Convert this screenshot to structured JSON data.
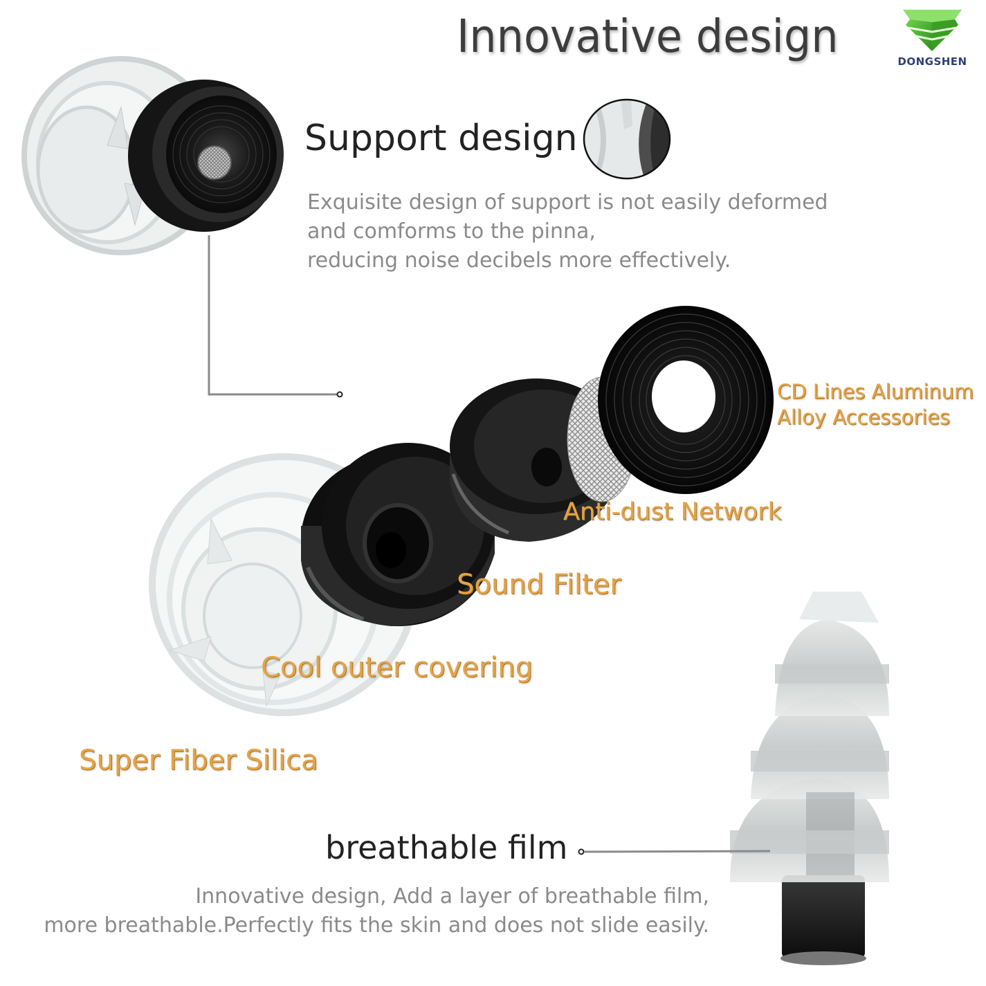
{
  "header": {
    "title": "Innovative design",
    "brand": {
      "name": "DONGSHEN",
      "logo_color": "#3fae2a",
      "text_color": "#2f3f7a"
    }
  },
  "support_section": {
    "title": "Support design",
    "description": [
      "Exquisite design of support is not easily deformed",
      "and comforms to the pinna,",
      "reducing noise decibels more effectively."
    ]
  },
  "component_labels": {
    "cd_lines": [
      "CD Lines Aluminum",
      "Alloy Accessories"
    ],
    "anti_dust": "Anti-dust Network",
    "sound_filter": "Sound Filter",
    "outer_covering": "Cool outer covering",
    "silica": "Super Fiber Silica"
  },
  "breathable_section": {
    "title": "breathable film",
    "description": [
      "Innovative design, Add a layer of breathable film,",
      "more breathable.Perfectly fits the skin and does not slide easily."
    ]
  },
  "colors": {
    "label_orange": "#e3a447",
    "heading_dark": "#3d3d3d",
    "description_gray": "#8a8a8a"
  }
}
